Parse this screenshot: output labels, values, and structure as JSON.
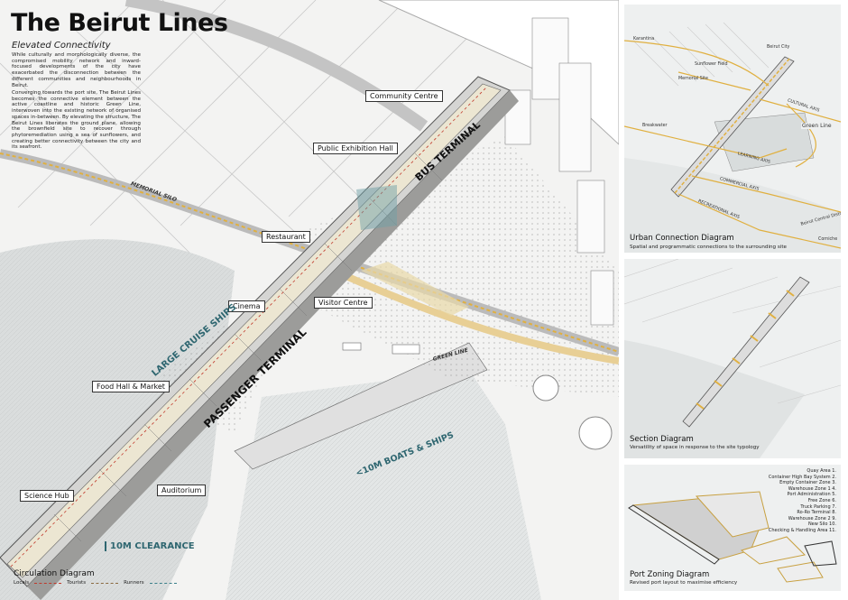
{
  "header": {
    "title": "The Beirut Lines",
    "subtitle": "Elevated Connectivity",
    "paragraph1": "While culturally and morphologically diverse, the compromised mobility network and inward-focused developments of the city have exacerbated the disconnection between the different communities and neighbourhoods in Beirut.",
    "paragraph2": "Converging towards the port site, The Beirut Lines becomes the connective element between the active coastline and historic Green Line, interwoven into the existing network of organised spaces in-between. By elevating the structure, The Beirut Lines liberates the ground plane, allowing the brownfield site to recover through phytoremediation using a sea of sunflowers, and creating better connectivity between the city and its seafront."
  },
  "labels": {
    "community_centre": "Community Centre",
    "exhibition_hall": "Public Exhibition Hall",
    "restaurant": "Restaurant",
    "cinema": "Cinema",
    "visitor_centre": "Visitor Centre",
    "food_hall": "Food Hall & Market",
    "auditorium": "Auditorium",
    "science_hub": "Science Hub"
  },
  "overlays": {
    "bus_terminal": "BUS TERMINAL",
    "passenger_terminal": "PASSENGER TERMINAL",
    "cruise_ships": "LARGE CRUISE SHIPS",
    "boats": "<10M BOATS & SHIPS",
    "clearance": "10M CLEARANCE",
    "memorial_silo": "MEMORIAL SILO",
    "green_line": "GREEN LINE"
  },
  "circulation": {
    "title": "Circulation Diagram",
    "locals": "Locals",
    "tourists": "Tourists",
    "runners": "Runners"
  },
  "colors": {
    "accent": "#e0b040",
    "teal": "#2e6670",
    "locals": "#c0392b",
    "runners": "#3a7f8a"
  },
  "urban": {
    "title": "Urban Connection Diagram",
    "subtitle": "Spatial and programmatic connections to the surrounding site",
    "tags": {
      "beirut_city": "Beirut City",
      "sunflower_field": "Sunflower Field",
      "memorial_site": "Memorial Site",
      "karantina": "Karantina",
      "cultural_axis": "CULTURAL AXIS",
      "green_line": "Green Line",
      "breakwater": "Breakwater",
      "learning_axis": "LEARNING AXIS",
      "commercial_axis": "COMMERCIAL AXIS",
      "recreational_axis": "RECREATIONAL AXIS",
      "bcd": "Beirut Central District",
      "corniche": "Corniche"
    }
  },
  "section": {
    "title": "Section Diagram",
    "subtitle": "Versatility of space in response to the site typology"
  },
  "zoning": {
    "title": "Port Zoning Diagram",
    "subtitle": "Revised port layout to maximise efficiency",
    "zones": [
      "Quay Area 1.",
      "Container High Bay System 2.",
      "Empty Container Zone 3.",
      "Warehouse Zone 1 4.",
      "Port Administration 5.",
      "Free Zone 6.",
      "Truck Parking 7.",
      "Ro-Ro Terminal 8.",
      "Warehouse Zone 2 9.",
      "New Silo 10.",
      "Checking & Handling Area 11."
    ]
  }
}
